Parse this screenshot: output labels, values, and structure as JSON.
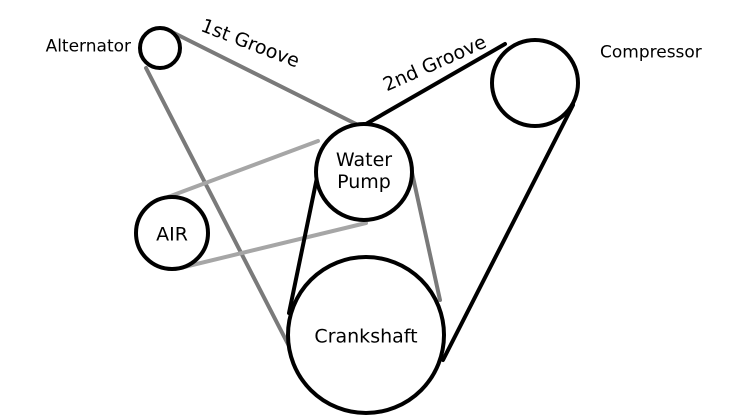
{
  "diagram": {
    "belt_colors": {
      "first_groove": "#7a7a7a",
      "second_groove": "#000000",
      "air_belt": "#a6a6a6"
    },
    "labels": {
      "alternator": "Alternator",
      "compressor": "Compressor",
      "water_pump_line1": "Water",
      "water_pump_line2": "Pump",
      "air": "AIR",
      "crankshaft": "Crankshaft",
      "first_groove": "1st Groove",
      "second_groove": "2nd Groove"
    }
  }
}
